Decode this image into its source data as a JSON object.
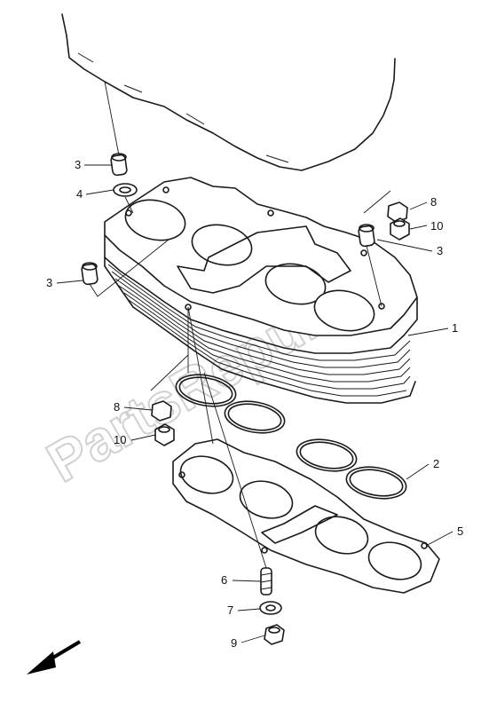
{
  "watermark": "PartsRepublik",
  "callouts": {
    "c1": "1",
    "c2": "2",
    "c3a": "3",
    "c3b": "3",
    "c3c": "3",
    "c4": "4",
    "c5": "5",
    "c6": "6",
    "c7": "7",
    "c8a": "8",
    "c8b": "8",
    "c9": "9",
    "c10a": "10",
    "c10b": "10"
  },
  "icons": {
    "direction": "front-direction-arrow-icon"
  }
}
